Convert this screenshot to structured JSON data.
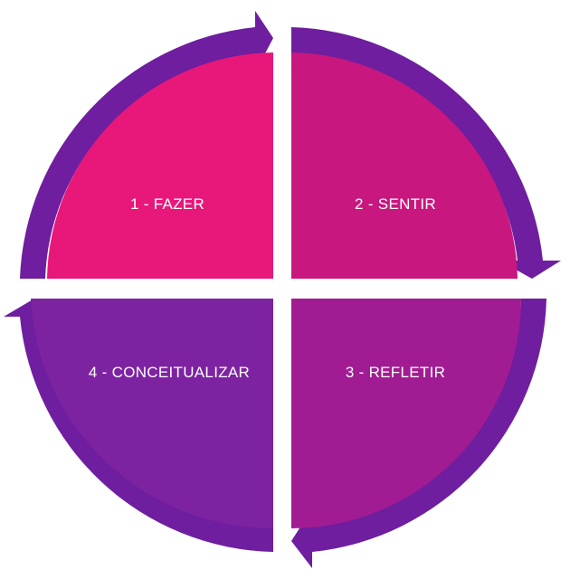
{
  "diagram": {
    "quadrants": [
      {
        "label": "1 - FAZER"
      },
      {
        "label": "2 - SENTIR"
      },
      {
        "label": "3 - REFLETIR"
      },
      {
        "label": "4 - CONCEITUALIZAR"
      }
    ]
  },
  "colors": {
    "quadrant_1": "#E8177A",
    "quadrant_2": "#C8177E",
    "quadrant_3": "#A11C92",
    "quadrant_4": "#7D23A1",
    "arrow": "#6E1E9F",
    "background": "#FFFFFF",
    "label": "#FFFFFF"
  }
}
